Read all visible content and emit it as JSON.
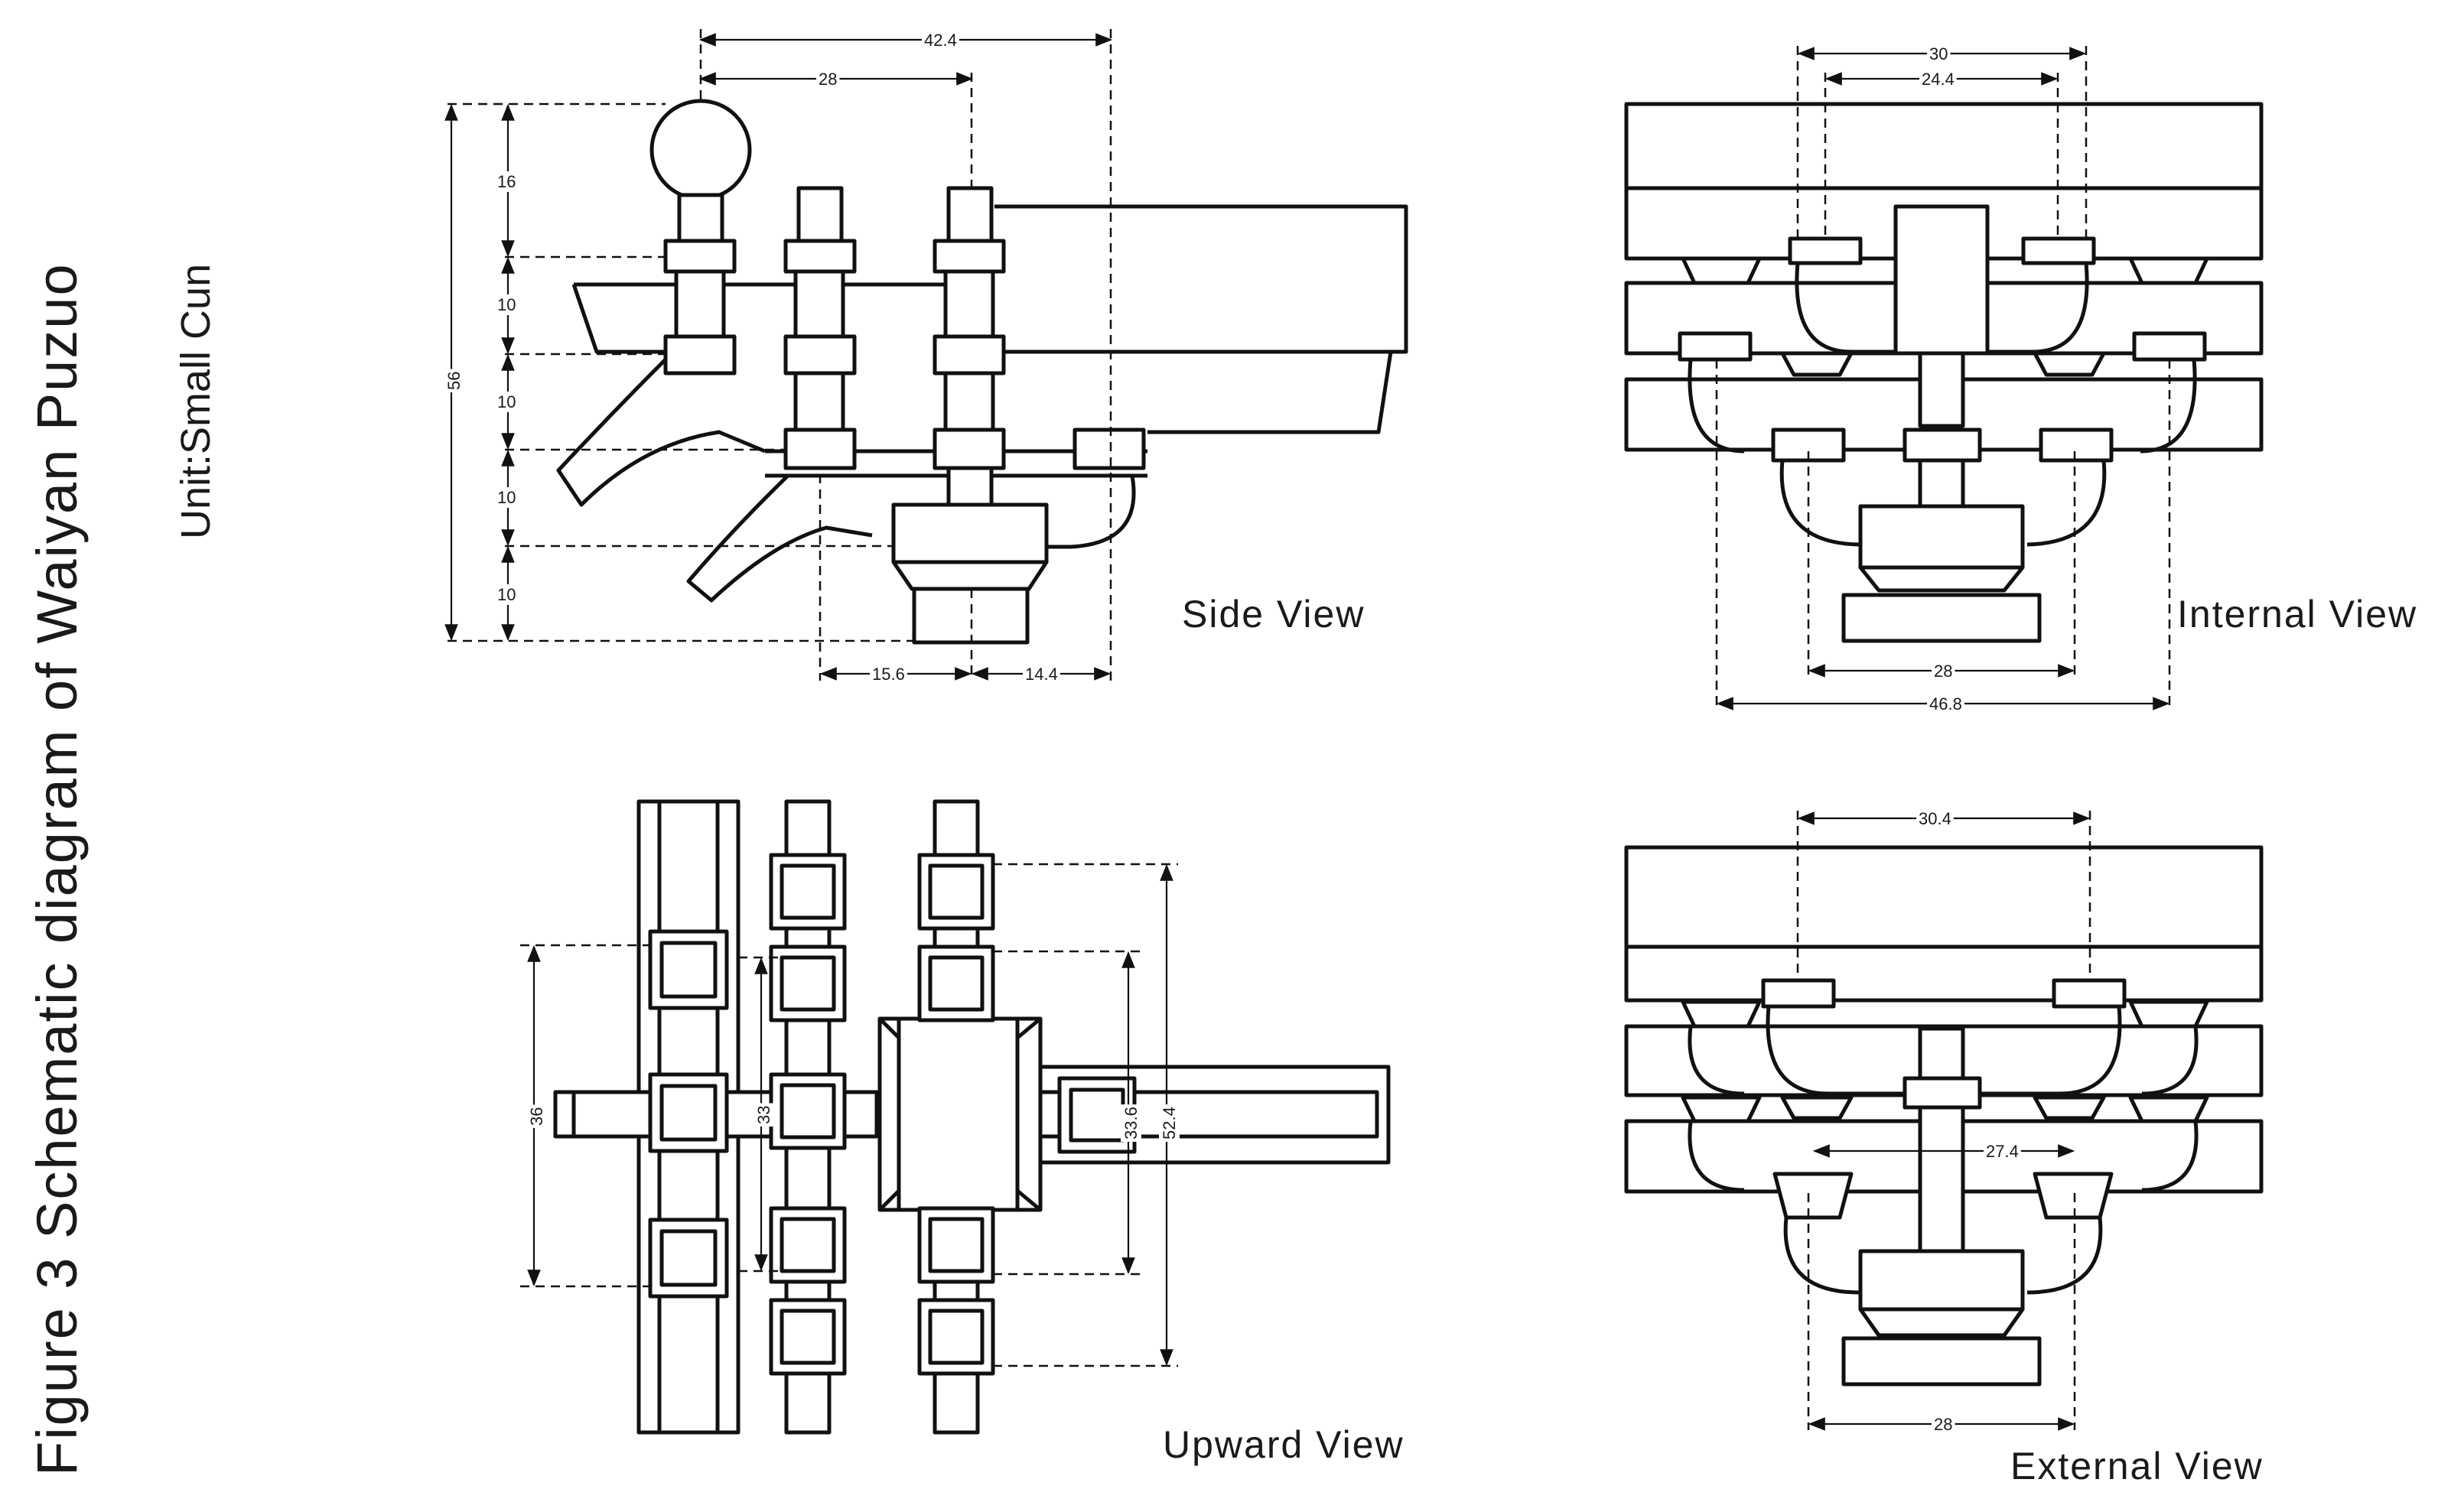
{
  "figure": {
    "title": "Figure 3 Schematic diagram of Waiyan Puzuo",
    "unit": "Unit:Small Cun"
  },
  "views": {
    "side": "Side View",
    "internal": "Internal View",
    "upward": "Upward View",
    "external": "External View"
  },
  "dimensions": {
    "side": {
      "top_total": "42.4",
      "top_inner": "28",
      "height_total": "56",
      "tier1": "16",
      "tier2": "10",
      "tier3": "10",
      "tier4": "10",
      "tier5": "10",
      "bottom_left": "15.6",
      "bottom_right": "14.4"
    },
    "internal": {
      "top_outer": "30",
      "top_inner": "24.4",
      "bottom_inner": "28",
      "bottom_outer": "46.8"
    },
    "upward": {
      "left": "36",
      "left_inner": "33",
      "right_inner": "33.6",
      "right_outer": "52.4"
    },
    "external": {
      "top": "30.4",
      "middle": "27.4",
      "bottom": "28"
    }
  },
  "colors": {
    "line": "#111111",
    "background": "#ffffff"
  }
}
